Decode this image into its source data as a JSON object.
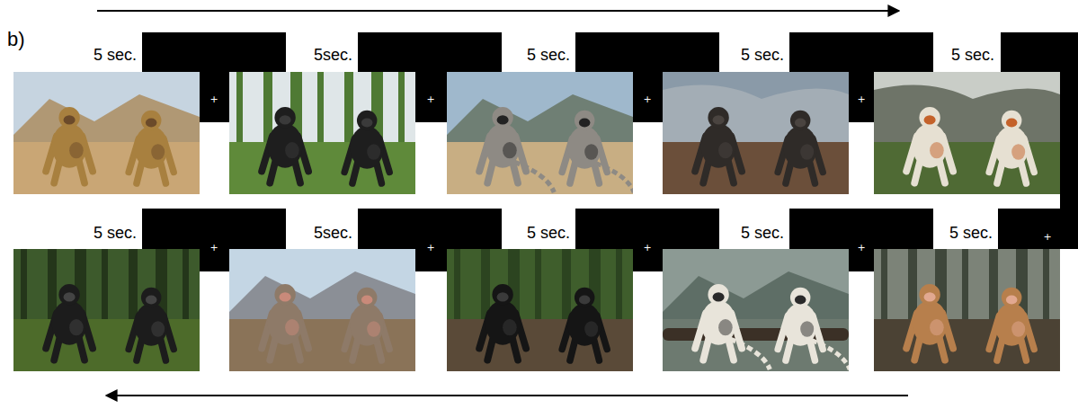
{
  "diagram": {
    "nodes": [
      {
        "text": [
          "+"
        ]
      },
      {
        "text": [
          "+"
        ]
      },
      {
        "text": [
          "+"
        ]
      },
      {
        "text": [
          "+"
        ]
      },
      {
        "text": [
          "+"
        ]
      },
      {
        "text": [
          "+"
        ]
      },
      {
        "text": [
          "+"
        ]
      },
      {
        "text": [
          "+"
        ]
      },
      {
        "text": [
          "+"
        ]
      }
    ],
    "labels": [
      "b)",
      "5 sec.",
      "5sec.",
      "5 sec.",
      "5 sec.",
      "5 sec.",
      "5 sec.",
      "5sec.",
      "5 sec.",
      "5 sec.",
      "5 sec."
    ]
  }
}
